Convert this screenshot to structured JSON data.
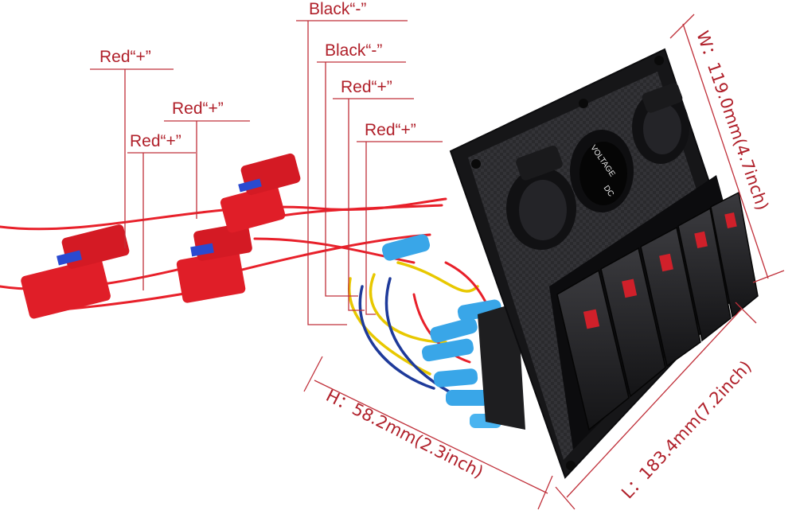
{
  "labels": {
    "red1": "Red“+”",
    "red2": "Red“+”",
    "red3": "Red“+”",
    "black1": "Black“-”",
    "black2": "Black“-”",
    "red4": "Red“+”",
    "red5": "Red“+”"
  },
  "dimensions": {
    "width": "W：119.0mm(4.7inch)",
    "height": "H：58.2mm(2.3inch)",
    "length": "L：183.4mm(7.2inch)"
  },
  "panel": {
    "voltmeter_text_top": "VOLTAGE",
    "voltmeter_text_bottom": "DC"
  },
  "colors": {
    "wire_red": "#e8202a",
    "wire_yellow": "#e8c800",
    "wire_blue": "#1e3a9a",
    "label_red": "#b0202a",
    "panel_black": "#1a1a1c",
    "terminal_blue": "#39a6e8",
    "indicator_red": "#d0202a"
  }
}
